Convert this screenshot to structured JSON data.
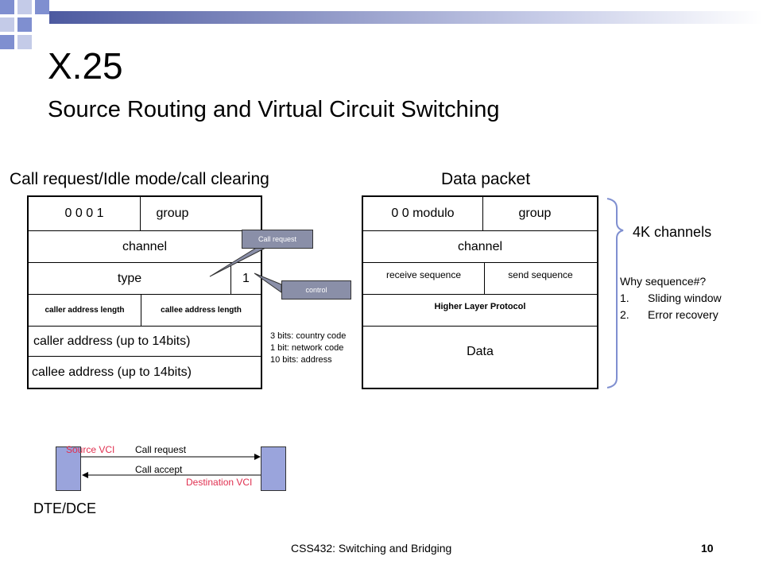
{
  "slide": {
    "title": "X.25",
    "subtitle": "Source Routing and Virtual Circuit Switching",
    "footer": "CSS432: Switching and Bridging",
    "page_number": "10"
  },
  "call_packet": {
    "heading": "Call request/Idle mode/call clearing",
    "row1_left": "0   0   0   1",
    "row1_right": "group",
    "channel": "channel",
    "type": "type",
    "type_bit": "1",
    "caller_len": "caller address length",
    "callee_len": "callee address length",
    "caller_addr": "caller address (up to 14bits)",
    "callee_addr": "callee address (up to 14bits)",
    "callout_call_request": "Call request",
    "callout_control": "control"
  },
  "address_note": [
    "3 bits: country code",
    "1 bit: network code",
    "10 bits: address"
  ],
  "data_packet": {
    "heading": "Data packet",
    "row1_left": "0   0   modulo",
    "row1_right": "group",
    "channel": "channel",
    "receive_seq": "receive sequence",
    "send_seq": "send sequence",
    "higher_layer": "Higher Layer Protocol",
    "data": "Data"
  },
  "channels_label": "4K channels",
  "why_sequence": {
    "question": "Why sequence#?",
    "items": [
      "1.      Sliding window",
      "2.      Error recovery"
    ]
  },
  "handshake": {
    "source_vci": "Source VCI",
    "call_request": "Call request",
    "call_accept": "Call accept",
    "destination_vci": "Destination VCI",
    "label": "DTE/DCE"
  },
  "colors": {
    "decor_blue": "#7f8fd0",
    "decor_light": "#c4cbe8",
    "callout_fill": "#8a8fa8",
    "vci_red": "#e03050",
    "entity_fill": "#9aa4dc"
  }
}
